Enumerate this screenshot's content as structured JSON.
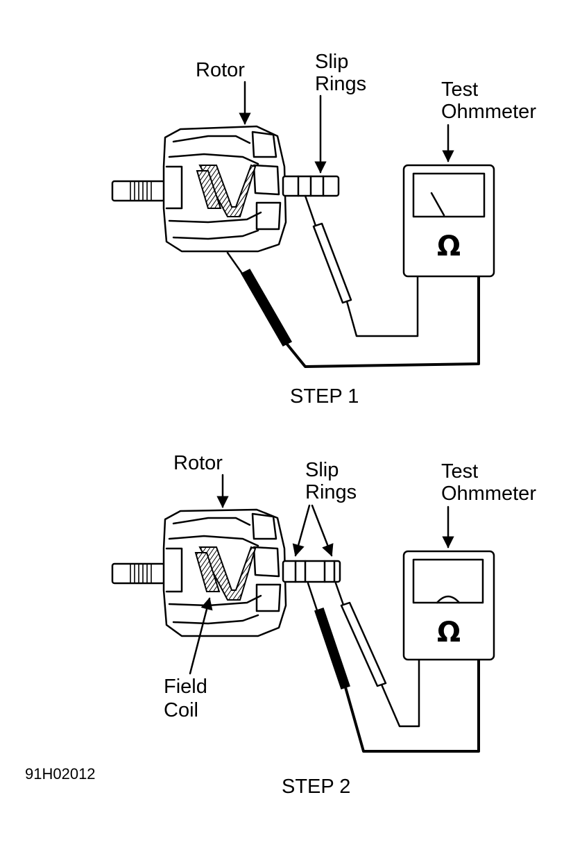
{
  "step1": {
    "caption": "STEP 1",
    "labels": {
      "rotor": "Rotor",
      "slip_rings_line1": "Slip",
      "slip_rings_line2": "Rings",
      "test_line1": "Test",
      "test_line2": "Ohmmeter"
    },
    "meter_symbol": "Ω",
    "meter_needle": "deflected"
  },
  "step2": {
    "caption": "STEP 2",
    "labels": {
      "rotor": "Rotor",
      "slip_rings_line1": "Slip",
      "slip_rings_line2": "Rings",
      "test_line1": "Test",
      "test_line2": "Ohmmeter",
      "field_line1": "Field",
      "field_line2": "Coil"
    },
    "meter_symbol": "Ω",
    "meter_needle": "at rest"
  },
  "figure_id": "91H02012"
}
